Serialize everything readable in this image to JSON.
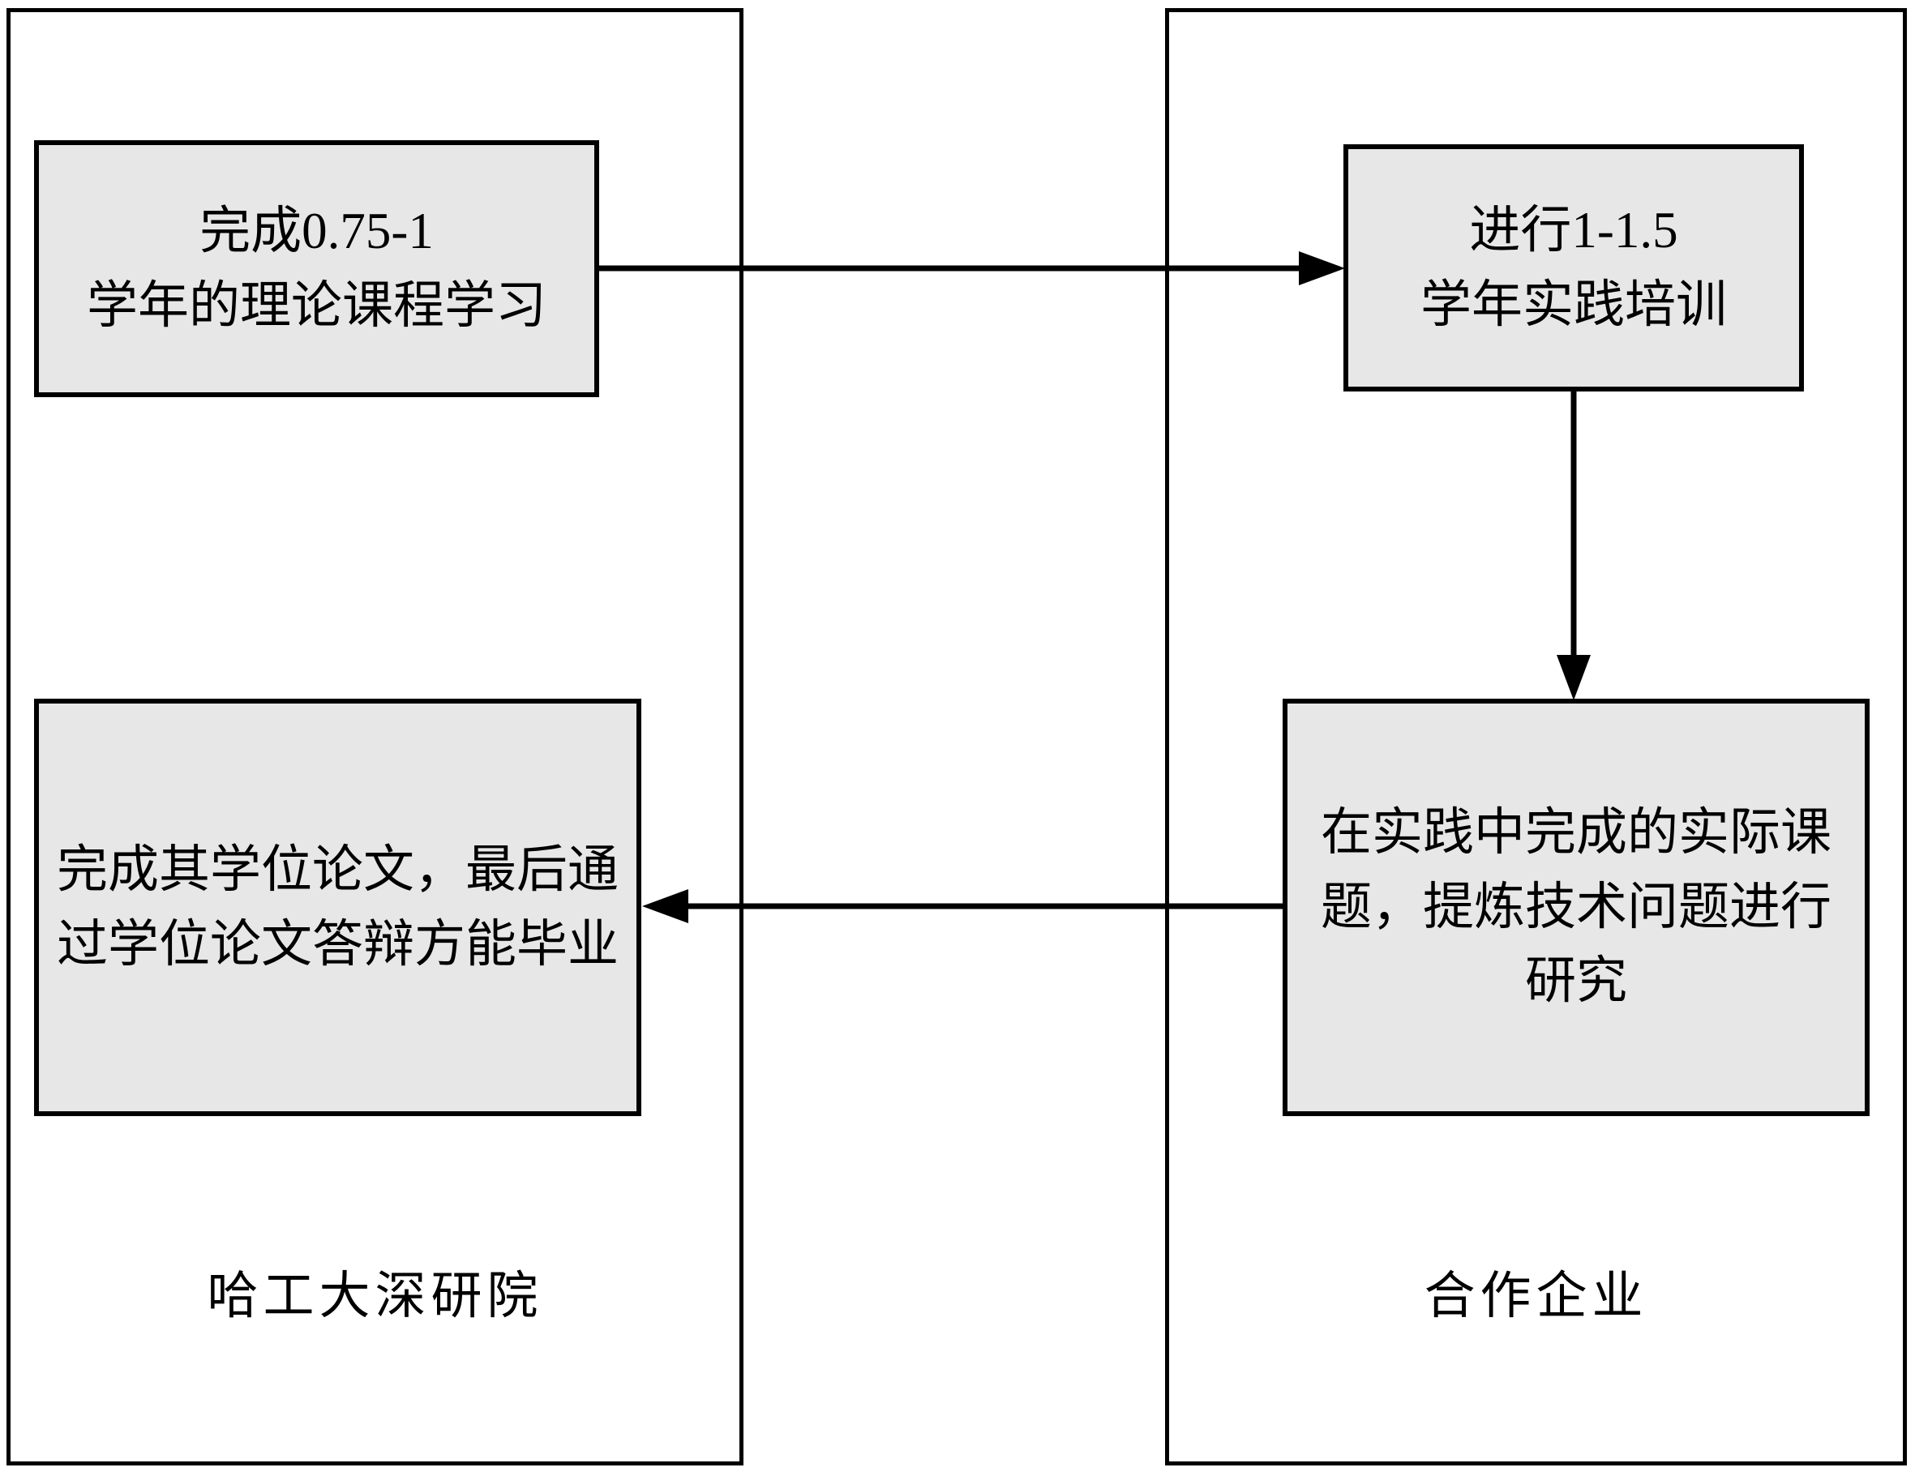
{
  "diagram": {
    "left_container": {
      "label": "哈工大深研院",
      "boxes": {
        "theory": {
          "text": "完成0.75-1学年的理论课程学习",
          "lines": [
            "完成0.75-1",
            "学年的理论课程学习"
          ]
        },
        "thesis": {
          "text": "完成其学位论文，最后通过学位论文答辩方能毕业",
          "lines": [
            "完成其学位论文，最后通",
            "过学位论文答辩方能毕业"
          ]
        }
      }
    },
    "right_container": {
      "label": "合作企业",
      "boxes": {
        "practice": {
          "text": "进行1-1.5学年实践培训",
          "lines": [
            "进行1-1.5",
            "学年实践培训"
          ]
        },
        "research": {
          "text": "在实践中完成的实际课题，提炼技术问题进行研究",
          "lines": [
            "在实践中完成的实际课",
            "题，提炼技术问题进行",
            "研究"
          ]
        }
      }
    },
    "arrows": [
      {
        "name": "theory-to-practice",
        "direction": "right"
      },
      {
        "name": "practice-to-research",
        "direction": "down"
      },
      {
        "name": "research-to-thesis",
        "direction": "left"
      }
    ],
    "colors": {
      "background": "#ffffff",
      "box_fill": "#e7e7e7",
      "border": "#000000"
    }
  }
}
